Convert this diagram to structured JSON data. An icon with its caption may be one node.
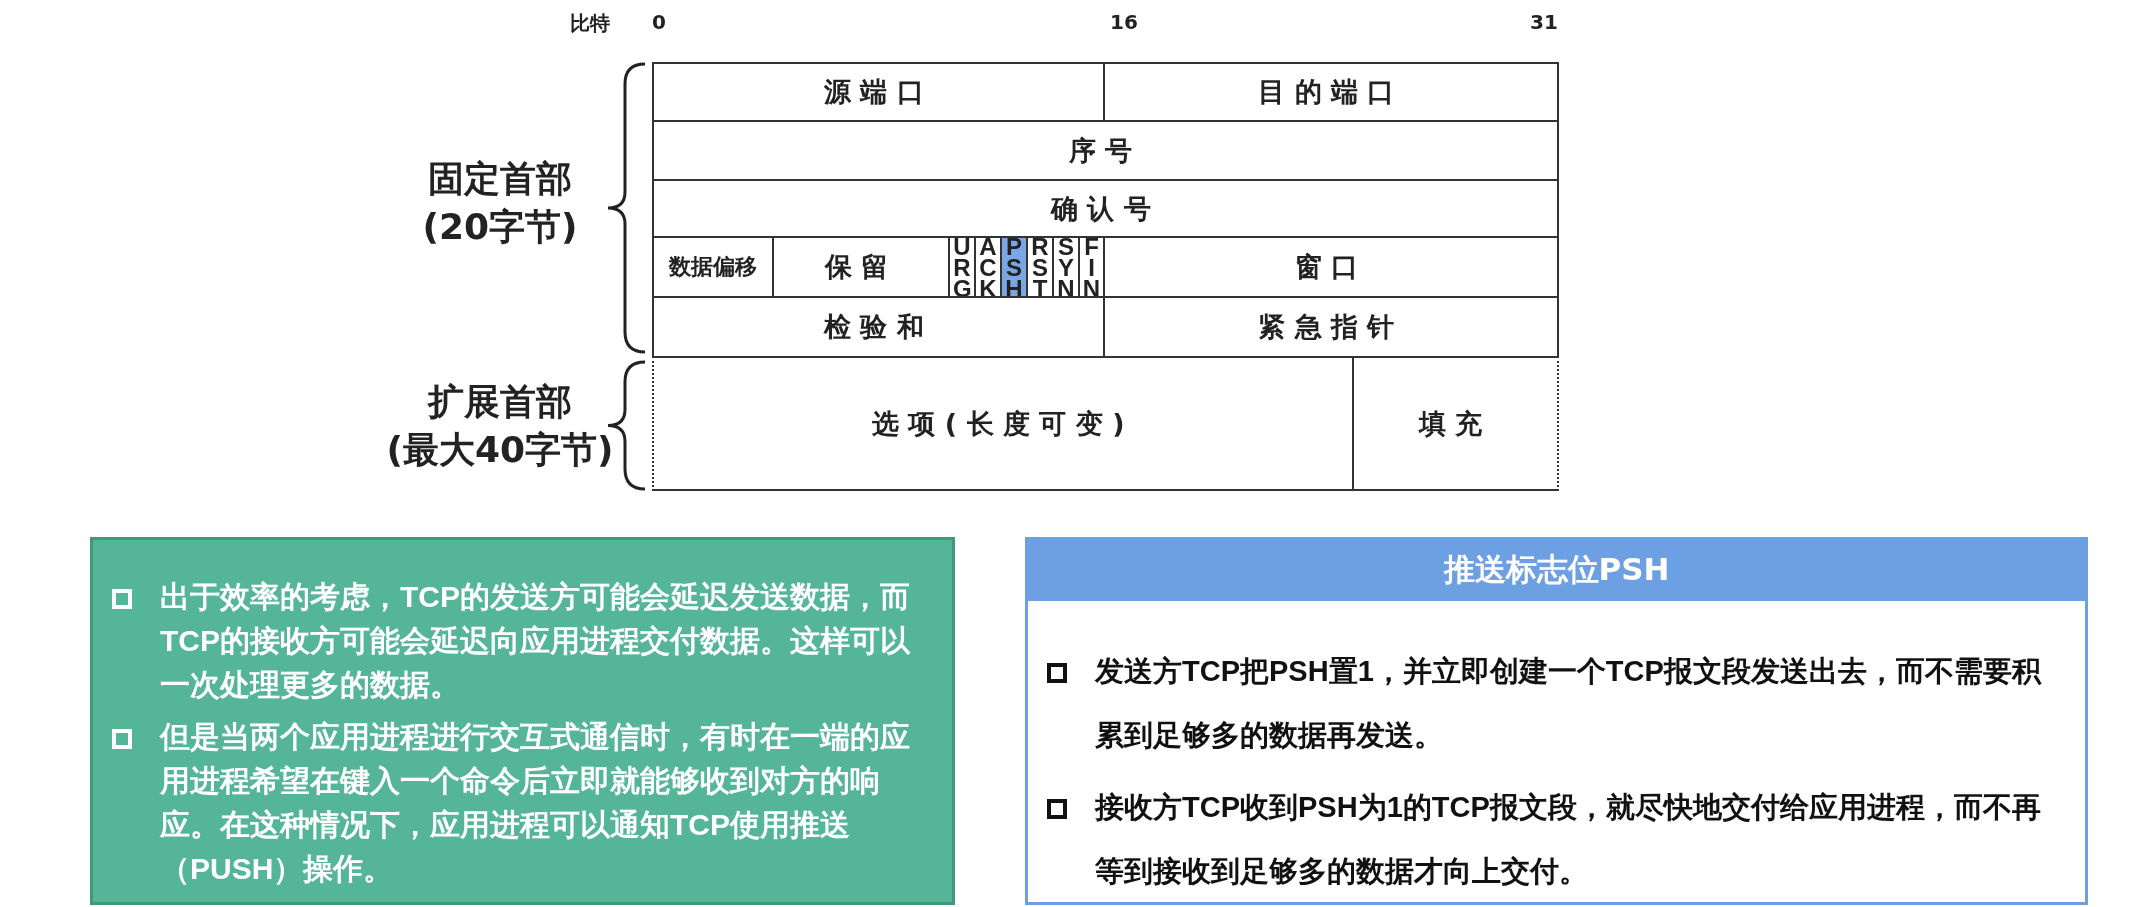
{
  "diagram": {
    "nodes": [
      {
        "text": [
          "源端口"
        ]
      },
      {
        "text": [
          "目的端口"
        ]
      },
      {
        "text": [
          "序号"
        ]
      },
      {
        "text": [
          "确认号"
        ]
      },
      {
        "text": [
          "数据偏移"
        ]
      },
      {
        "text": [
          "保留"
        ]
      },
      {
        "text": [
          "URG"
        ]
      },
      {
        "text": [
          "ACK"
        ]
      },
      {
        "text": [
          "PSH"
        ]
      },
      {
        "text": [
          "RST"
        ]
      },
      {
        "text": [
          "SYN"
        ]
      },
      {
        "text": [
          "FIN"
        ]
      },
      {
        "text": [
          "窗口"
        ]
      },
      {
        "text": [
          "检验和"
        ]
      },
      {
        "text": [
          "紧急指针"
        ]
      },
      {
        "text": [
          "选项(长度可变)"
        ]
      },
      {
        "text": [
          "填充"
        ]
      },
      {
        "text": [
          "出于效率的考虑，TCP的发送方可能会延迟发送数据，而TCP的接收方可能会延迟向应用进程交付数据。这样可以一次处理更多的数据。",
          "但是当两个应用进程进行交互式通信时，有时在一端的应用进程希望在键入一个命令后立即就能够收到对方的响应。在这种情况下，应用进程可以通知TCP使用推送（PUSH）操作。"
        ]
      },
      {
        "text": [
          "推送标志位PSH",
          "发送方TCP把PSH置1，并立即创建一个TCP报文段发送出去，而不需要积累到足够多的数据再发送。",
          "接收方TCP收到PSH为1的TCP报文段，就尽快地交付给应用进程，而不再等到接收到足够多的数据才向上交付。"
        ]
      }
    ],
    "labels": [
      "比特",
      "0",
      "16",
      "31",
      "固定首部",
      "(20字节)",
      "扩展首部",
      "(最大40字节)"
    ]
  }
}
